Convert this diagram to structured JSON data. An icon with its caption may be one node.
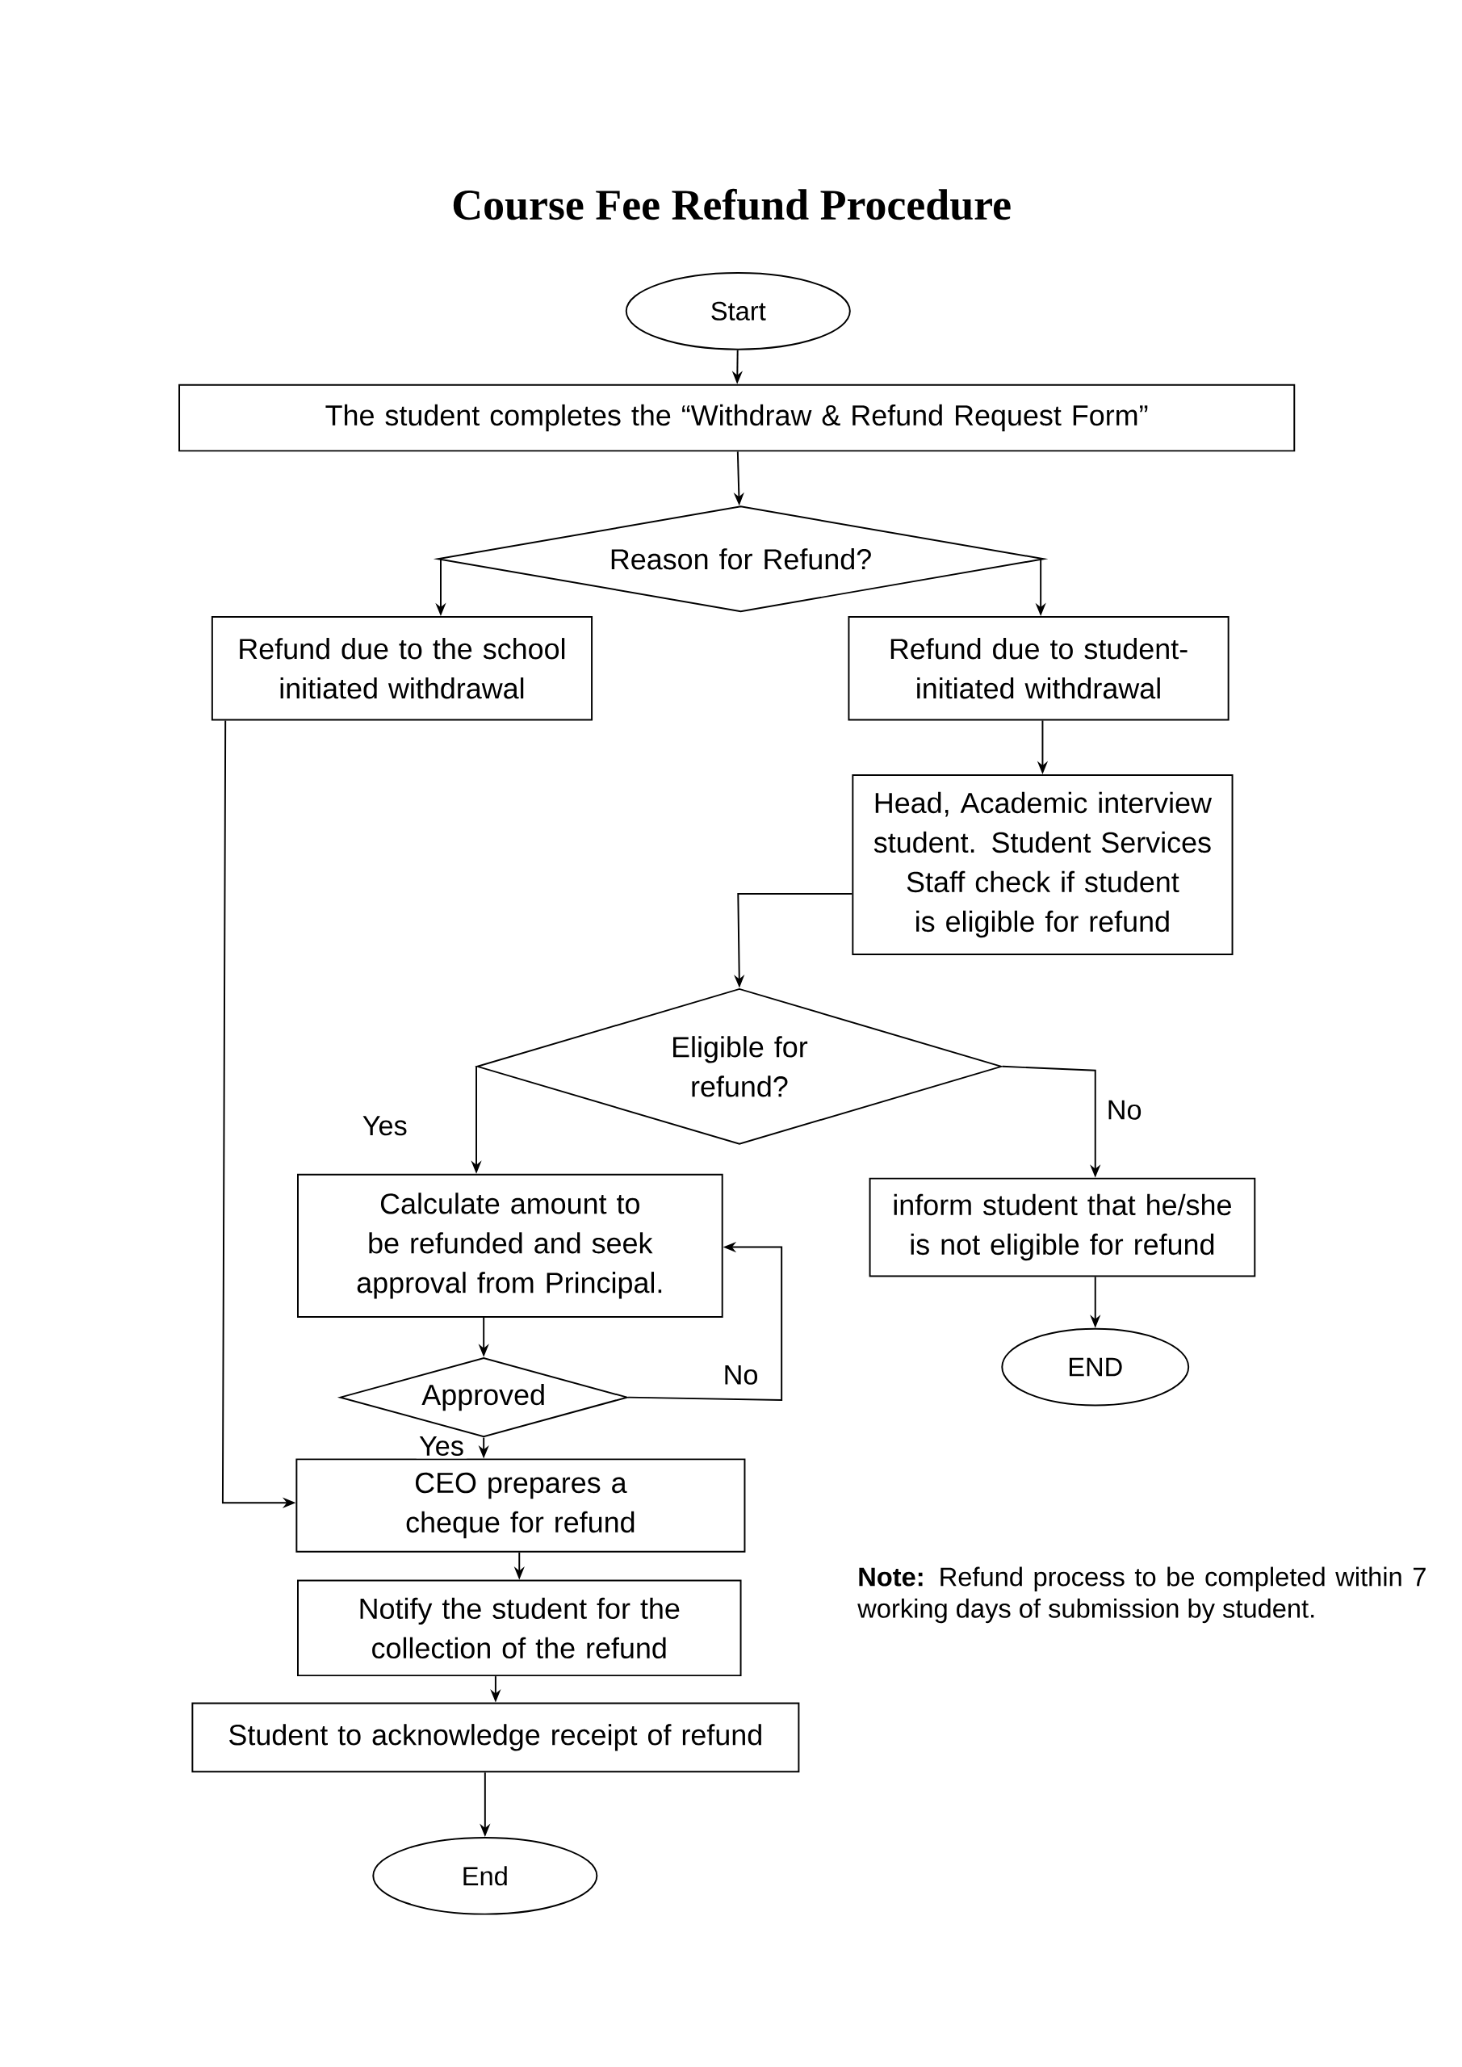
{
  "diagram": {
    "title": "Course Fee Refund Procedure",
    "nodes": [
      {
        "text": [
          "Start"
        ]
      },
      {
        "text": [
          "The student completes the “Withdraw & Refund Request Form”"
        ]
      },
      {
        "text": [
          "Reason for Refund?"
        ]
      },
      {
        "text": [
          "Refund due to the school initiated withdrawal"
        ]
      },
      {
        "text": [
          "Refund due to student-initiated withdrawal"
        ]
      },
      {
        "text": [
          "Head, Academic interview student. Student Services Staff check if student is eligible for refund"
        ]
      },
      {
        "text": [
          "Eligible for refund?"
        ]
      },
      {
        "text": [
          "Calculate amount to be refunded and seek approval from Principal."
        ]
      },
      {
        "text": [
          "inform student that he/she is not eligible for refund"
        ]
      },
      {
        "text": [
          "END"
        ]
      },
      {
        "text": [
          "Approved"
        ]
      },
      {
        "text": [
          "CEO prepares a cheque for refund"
        ]
      },
      {
        "text": [
          "Notify the student for the collection of the refund"
        ]
      },
      {
        "text": [
          "Student to acknowledge receipt of refund"
        ]
      },
      {
        "text": [
          "End"
        ]
      }
    ],
    "edges": [
      {
        "from": 0,
        "to": 1,
        "arrow": "to"
      },
      {
        "from": 1,
        "to": 2,
        "arrow": "to"
      },
      {
        "from": 2,
        "to": 3,
        "arrow": "to"
      },
      {
        "from": 2,
        "to": 4,
        "arrow": "to"
      },
      {
        "from": 4,
        "to": 5,
        "arrow": "to"
      },
      {
        "from": 5,
        "to": 6,
        "arrow": "to"
      },
      {
        "from": 6,
        "to": 7,
        "arrow": "to",
        "label": "Yes"
      },
      {
        "from": 6,
        "to": 8,
        "arrow": "to",
        "label": "No"
      },
      {
        "from": 8,
        "to": 9,
        "arrow": "to"
      },
      {
        "from": 7,
        "to": 10,
        "arrow": "to"
      },
      {
        "from": 10,
        "to": 7,
        "arrow": "to",
        "label": "No"
      },
      {
        "from": 10,
        "to": 11,
        "arrow": "to",
        "label": "Yes"
      },
      {
        "from": 3,
        "to": 11,
        "arrow": "to"
      },
      {
        "from": 11,
        "to": 12,
        "arrow": "to"
      },
      {
        "from": 12,
        "to": 13,
        "arrow": "to"
      },
      {
        "from": 13,
        "to": 14,
        "arrow": "to"
      }
    ],
    "labels": [
      "**Note:** Refund process to be completed within 7 working days of submission by student."
    ]
  }
}
